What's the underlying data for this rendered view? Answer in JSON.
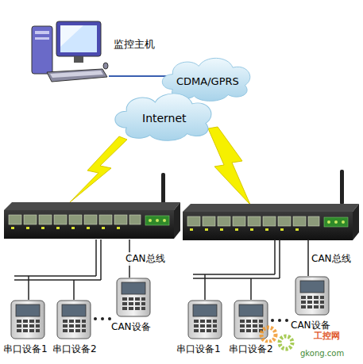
{
  "diagram": {
    "nodes": [
      {
        "text": [
          "监控主机"
        ]
      },
      {
        "text": [
          "CDMA/GPRS"
        ]
      },
      {
        "text": [
          "Internet"
        ]
      }
    ],
    "edges": [
      {
        "from": 0,
        "to": 1,
        "arrow": "none"
      }
    ],
    "labels": [
      "CAN总线",
      "串口设备1",
      "串口设备2",
      "CAN设备",
      "CAN总线",
      "串口设备1",
      "串口设备2",
      "CAN设备",
      "工控网",
      "gkong.com"
    ]
  }
}
